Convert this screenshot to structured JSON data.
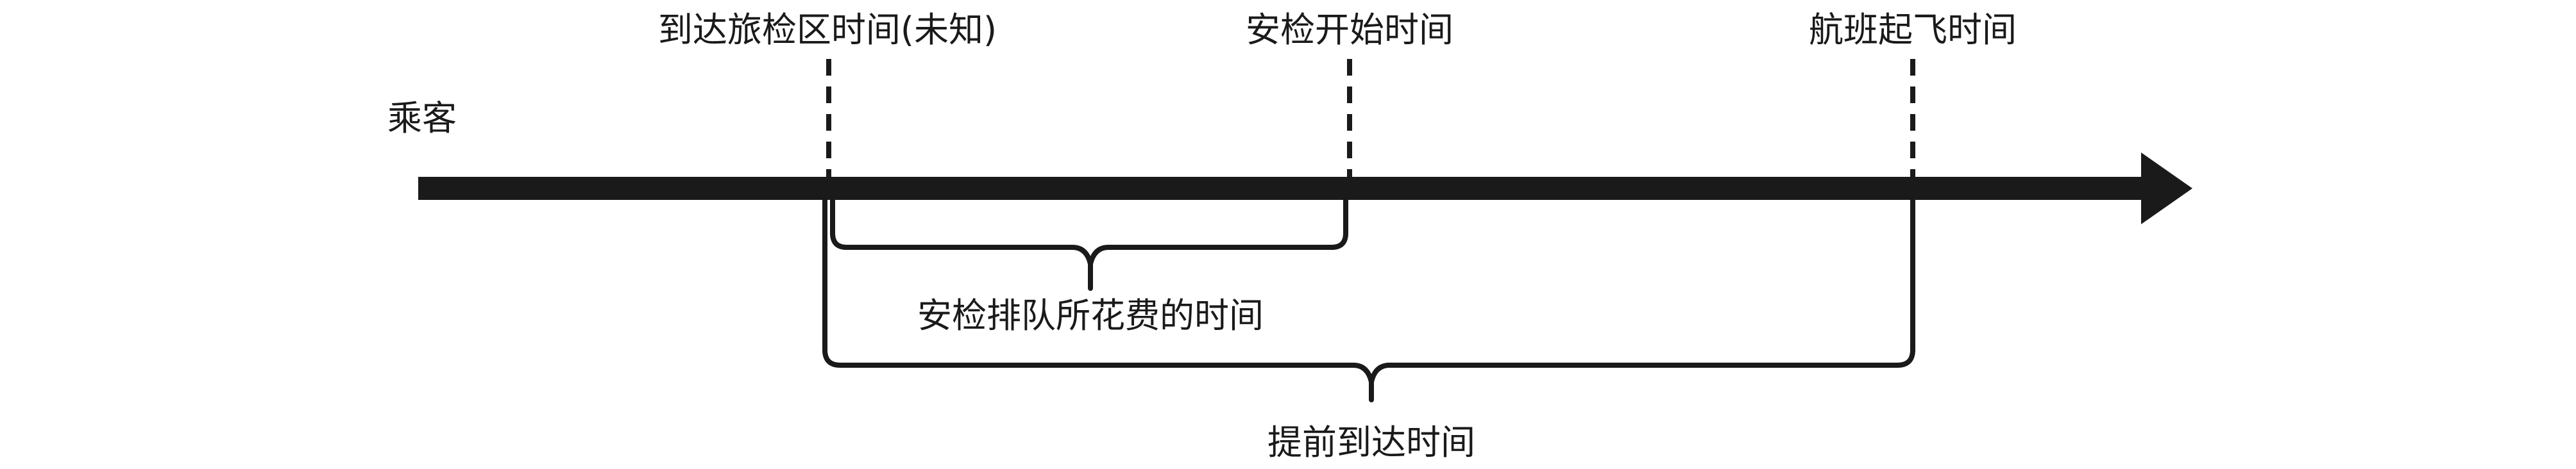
{
  "passenger_label": "乘客",
  "events": {
    "arrival": "到达旅检区时间(未知)",
    "security_start": "安检开始时间",
    "departure": "航班起飞时间"
  },
  "spans": {
    "queue_time": "安检排队所花费的时间",
    "advance_arrival": "提前到达时间"
  },
  "colors": {
    "ink": "#1a1a1a",
    "background": "#ffffff"
  }
}
